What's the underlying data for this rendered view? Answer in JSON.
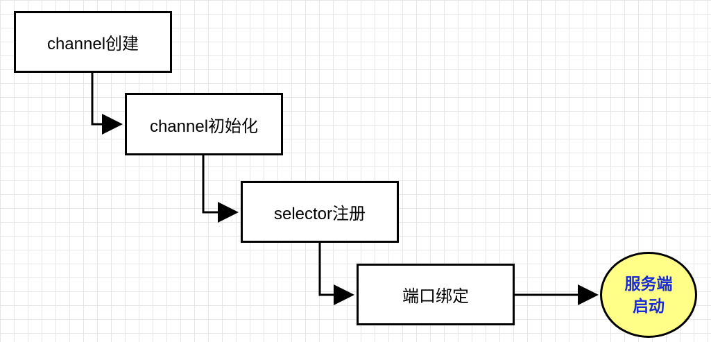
{
  "diagram": {
    "steps": [
      {
        "id": "b1",
        "label": "channel创建"
      },
      {
        "id": "b2",
        "label": "channel初始化"
      },
      {
        "id": "b3",
        "label": "selector注册"
      },
      {
        "id": "b4",
        "label": "端口绑定"
      }
    ],
    "result": {
      "label": "服务端启动"
    },
    "colors": {
      "result_fill": "#ffff88",
      "result_text": "#1a2bd6",
      "grid": "#e6e6e6",
      "stroke": "#000000"
    }
  }
}
